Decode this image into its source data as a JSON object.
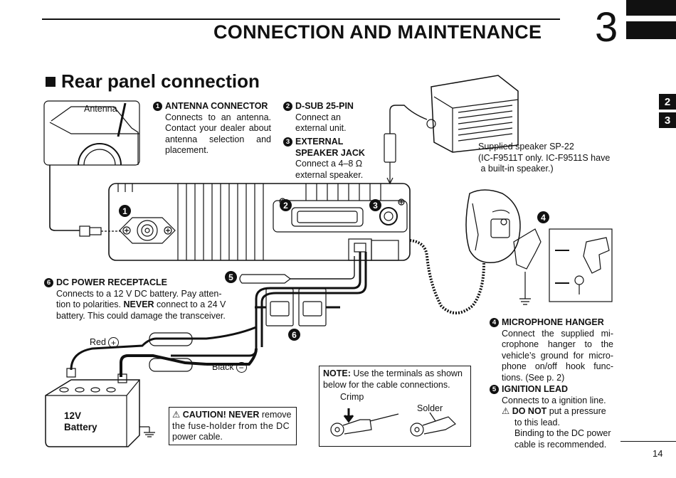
{
  "header": {
    "chapter_title": "CONNECTION AND MAINTENANCE",
    "chapter_number": "3",
    "side_tabs": [
      "2",
      "3"
    ]
  },
  "section": {
    "title": "Rear panel connection"
  },
  "items": {
    "antenna_connector": {
      "num": "1",
      "title": "ANTENNA CONNECTOR",
      "body": "Connects to an antenna. Contact your dealer about antenna selection and placement."
    },
    "dsub": {
      "num": "2",
      "title": "D-SUB 25-PIN",
      "body_lines": [
        "Connect an",
        "external unit."
      ]
    },
    "ext_speaker": {
      "num": "3",
      "title_lines": [
        "EXTERNAL",
        "SPEAKER JACK"
      ],
      "body_lines": [
        "Connect a 4–8 Ω",
        "external speaker."
      ]
    },
    "dc_power": {
      "num": "6",
      "title": "DC POWER RECEPTACLE",
      "body_lines": [
        "Connects to a 12 V DC battery. Pay atten-",
        "tion to polarities. ",
        "NEVER",
        " connect to a 24 V",
        "battery. This could damage the transceiver."
      ]
    },
    "mic_hanger": {
      "num": "4",
      "title": "MICROPHONE HANGER",
      "body_lines": [
        "Connect the supplied mi-",
        "crophone hanger to the",
        "vehicle’s ground for micro-",
        "phone on/off hook func-",
        "tions. (See p. 2)"
      ]
    },
    "ignition": {
      "num": "5",
      "title": "IGNITION LEAD",
      "body": "Connects to a ignition line.",
      "warn_bold": "DO NOT",
      "warn_lines": [
        " put a pressure",
        "to this lead.",
        "Binding to the DC power",
        "cable is recommended."
      ]
    }
  },
  "speaker_caption": [
    "Supplied speaker SP-22",
    "(IC-F9511T only. IC-F9511S have",
    " a built-in speaker.)"
  ],
  "diagram_labels": {
    "antenna": "Antenna",
    "red": "Red",
    "black": "Black",
    "battery_line1": "12V",
    "battery_line2": "Battery",
    "plus_symbol": "+",
    "minus_symbol": "−",
    "callouts": [
      "1",
      "2",
      "3",
      "4",
      "5",
      "6"
    ]
  },
  "note": {
    "label": "NOTE:",
    "text_line1": " Use the terminals as shown",
    "text_line2": "below for the cable connections.",
    "crimp": "Crimp",
    "solder": "Solder"
  },
  "caution": {
    "symbol": "⚠",
    "bold": "CAUTION! NEVER",
    "text_line1": " remove",
    "text_line2": "the fuse-holder from the DC",
    "text_line3": "power cable."
  },
  "page_number": "14"
}
